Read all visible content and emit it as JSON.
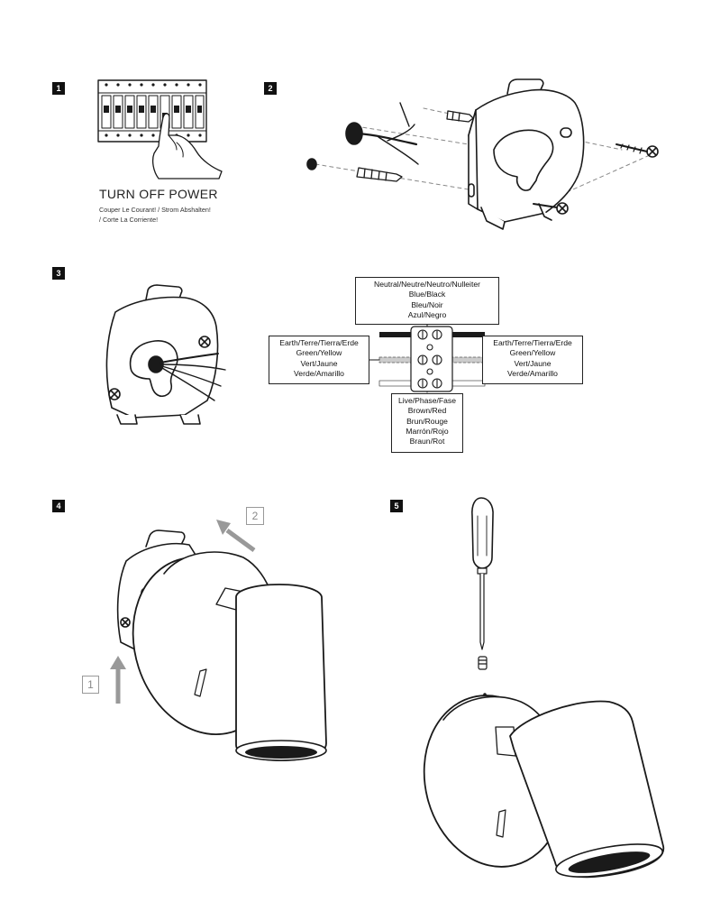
{
  "steps": [
    "1",
    "2",
    "3",
    "4",
    "5"
  ],
  "step1": {
    "title": "TURN OFF POWER",
    "subtitle_lines": [
      "Couper Le Courant! / Strom Abshalten!",
      "/ Corte La Corriente!"
    ]
  },
  "wiring": {
    "neutral": [
      "Neutral/Neutre/Neutro/Nulleiter",
      "Blue/Black",
      "Bleu/Noir",
      "Azul/Negro"
    ],
    "earth_left": [
      "Earth/Terre/Tierra/Erde",
      "Green/Yellow",
      "Vert/Jaune",
      "Verde/Amarillo"
    ],
    "earth_right": [
      "Earth/Terre/Tierra/Erde",
      "Green/Yellow",
      "Vert/Jaune",
      "Verde/Amarillo"
    ],
    "live": [
      "Live/Phase/Fase",
      "Brown/Red",
      "Brun/Rouge",
      "Marrón/Rojo",
      "Braun/Rot"
    ]
  },
  "step4": {
    "sequence_labels": [
      "1",
      "2"
    ]
  },
  "icons": [
    "hand-icon",
    "breaker-icon",
    "screw-icon",
    "wall-plug-icon",
    "screwdriver-icon",
    "arrow-up-icon",
    "arrow-diagonal-icon"
  ]
}
